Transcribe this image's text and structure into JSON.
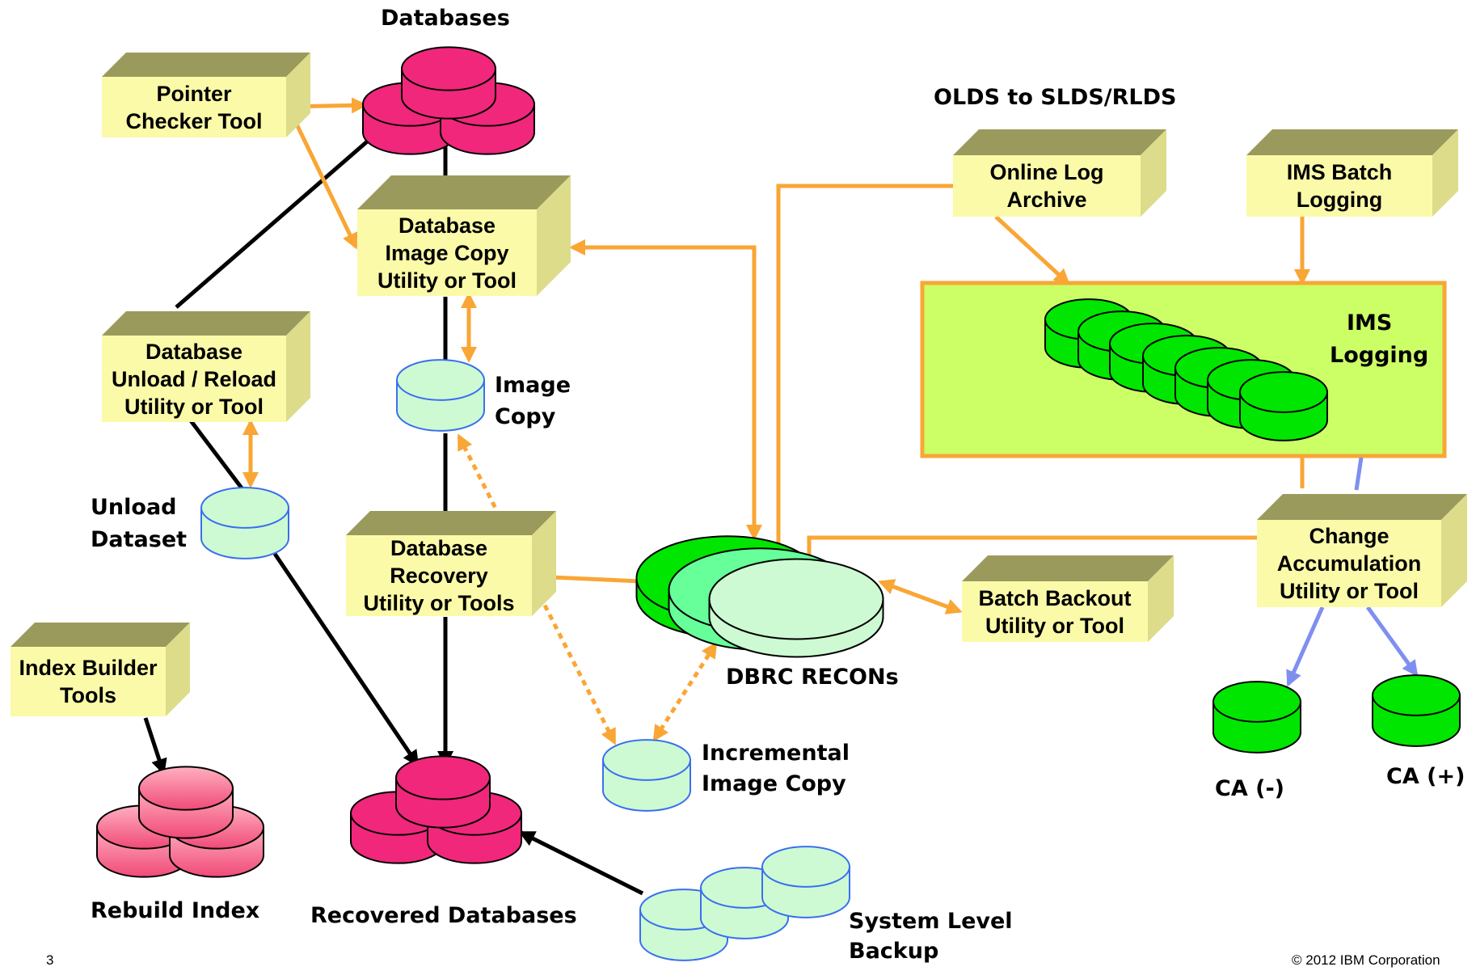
{
  "labels": {
    "databases": "Databases",
    "olds": "OLDS to SLDS/RLDS",
    "ims_logging_1": "IMS",
    "ims_logging_2": "Logging",
    "image_copy_1": "Image",
    "image_copy_2": "Copy",
    "unload_1": "Unload",
    "unload_2": "Dataset",
    "dbrc": "DBRC RECONs",
    "incremental_1": "Incremental",
    "incremental_2": "Image Copy",
    "ca_minus": "CA (-)",
    "ca_plus": "CA (+)",
    "rebuild": "Rebuild Index",
    "recovered": "Recovered Databases",
    "slb_1": "System Level",
    "slb_2": "Backup"
  },
  "boxes": {
    "pointer": [
      "Pointer",
      "Checker Tool"
    ],
    "image_copy_util": [
      "Database",
      "Image Copy",
      "Utility or Tool"
    ],
    "unload_reload": [
      "Database",
      "Unload / Reload",
      "Utility or Tool"
    ],
    "recovery": [
      "Database",
      "Recovery",
      "Utility or Tools"
    ],
    "index_builder": [
      "Index Builder",
      "Tools"
    ],
    "online_log": [
      "Online Log",
      "Archive"
    ],
    "ims_batch": [
      "IMS Batch",
      "Logging"
    ],
    "batch_backout": [
      "Batch Backout",
      "Utility or Tool"
    ],
    "change_acc": [
      "Change",
      "Accumulation",
      "Utility or Tool"
    ]
  },
  "footer": {
    "page_number": "3",
    "copyright": "© 2012 IBM Corporation"
  },
  "colors": {
    "box_front": "#fbfaa8",
    "box_top": "#9b9a5d",
    "box_side": "#dcdc8a",
    "orange": "#f9a635",
    "blue": "#7f8ff0",
    "pink": "#f0277a",
    "green": "#00e600",
    "light_green": "#cdfad2",
    "ims_panel": "#ccff66"
  }
}
